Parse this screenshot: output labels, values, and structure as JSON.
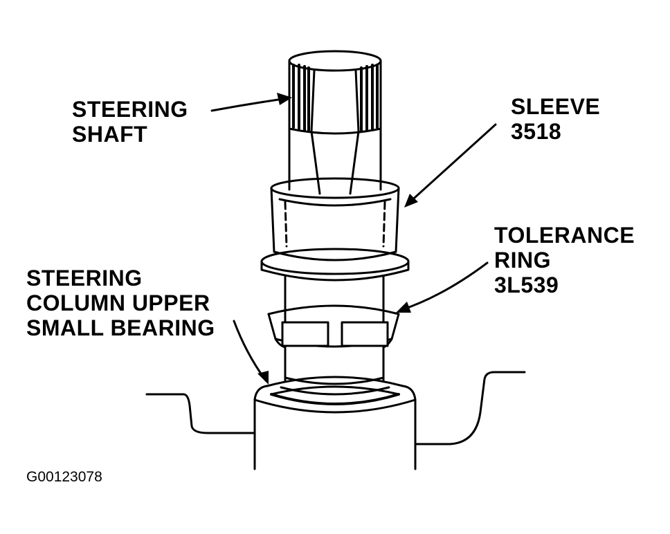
{
  "labels": {
    "steering_shaft": [
      "STEERING",
      "SHAFT"
    ],
    "sleeve": [
      "SLEEVE",
      "3518"
    ],
    "tolerance_ring": [
      "TOLERANCE",
      "RING",
      "3L539"
    ],
    "bearing": [
      "STEERING",
      "COLUMN UPPER",
      "SMALL BEARING"
    ]
  },
  "figure_code": "G00123078",
  "colors": {
    "ink": "#000000",
    "paper": "#ffffff"
  }
}
